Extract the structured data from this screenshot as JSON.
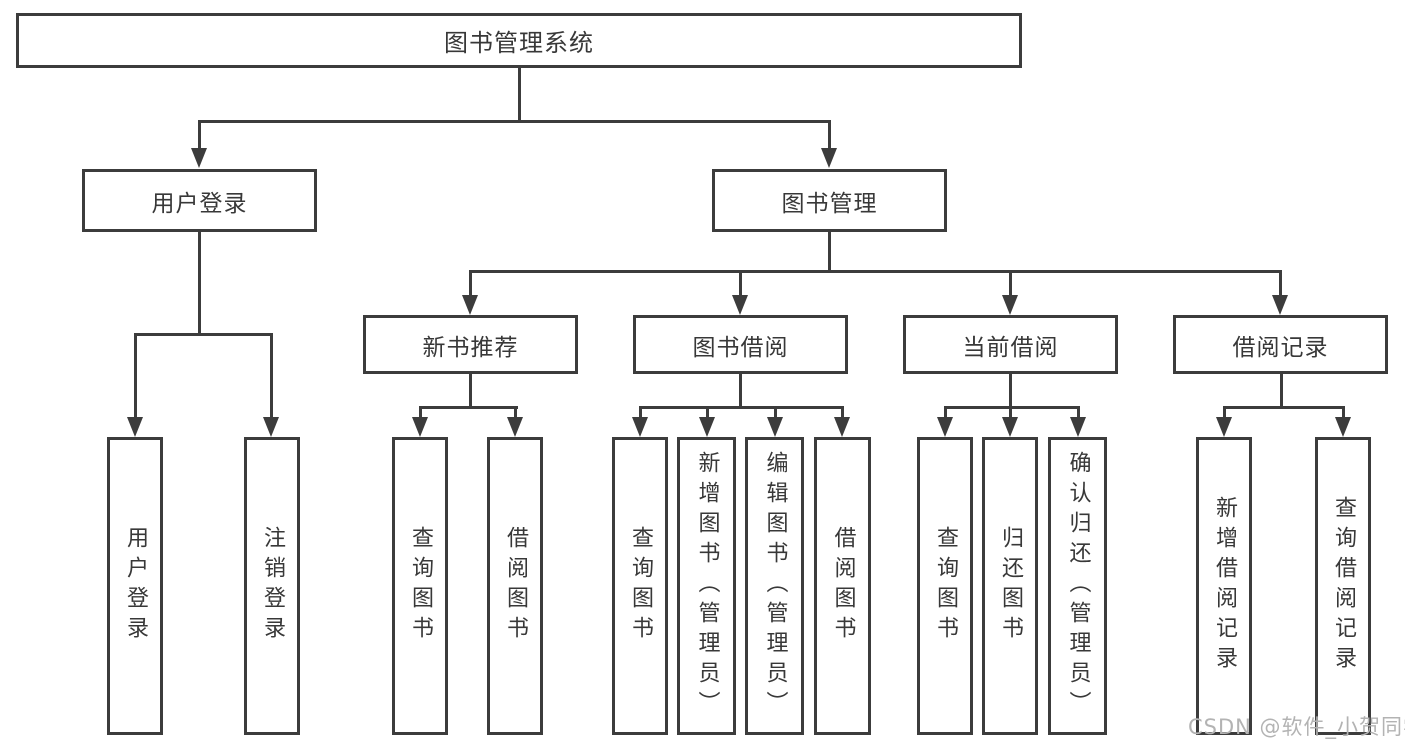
{
  "title": {
    "label": "图书管理系统"
  },
  "nodes": {
    "user_login": {
      "label": "用户登录",
      "children": [
        {
          "label": "用户登录"
        },
        {
          "label": "注销登录"
        }
      ]
    },
    "book_mgmt": {
      "label": "图书管理",
      "children": [
        {
          "label": "新书推荐",
          "children": [
            {
              "label": "查询图书"
            },
            {
              "label": "借阅图书"
            }
          ]
        },
        {
          "label": "图书借阅",
          "children": [
            {
              "label": "查询图书"
            },
            {
              "label": "新增图书（管理员）"
            },
            {
              "label": "编辑图书（管理员）"
            },
            {
              "label": "借阅图书"
            }
          ]
        },
        {
          "label": "当前借阅",
          "children": [
            {
              "label": "查询图书"
            },
            {
              "label": "归还图书"
            },
            {
              "label": "确认归还（管理员）"
            }
          ]
        },
        {
          "label": "借阅记录",
          "children": [
            {
              "label": "新增借阅记录"
            },
            {
              "label": "查询借阅记录"
            }
          ]
        }
      ]
    }
  },
  "watermark": {
    "text": "CSDN @软件_小贺同学"
  },
  "colors": {
    "line": "#3c3c3c",
    "text": "#383838",
    "box_background": "#ffffff",
    "watermark": "#b3b3b3",
    "page_background": "#ffffff"
  }
}
